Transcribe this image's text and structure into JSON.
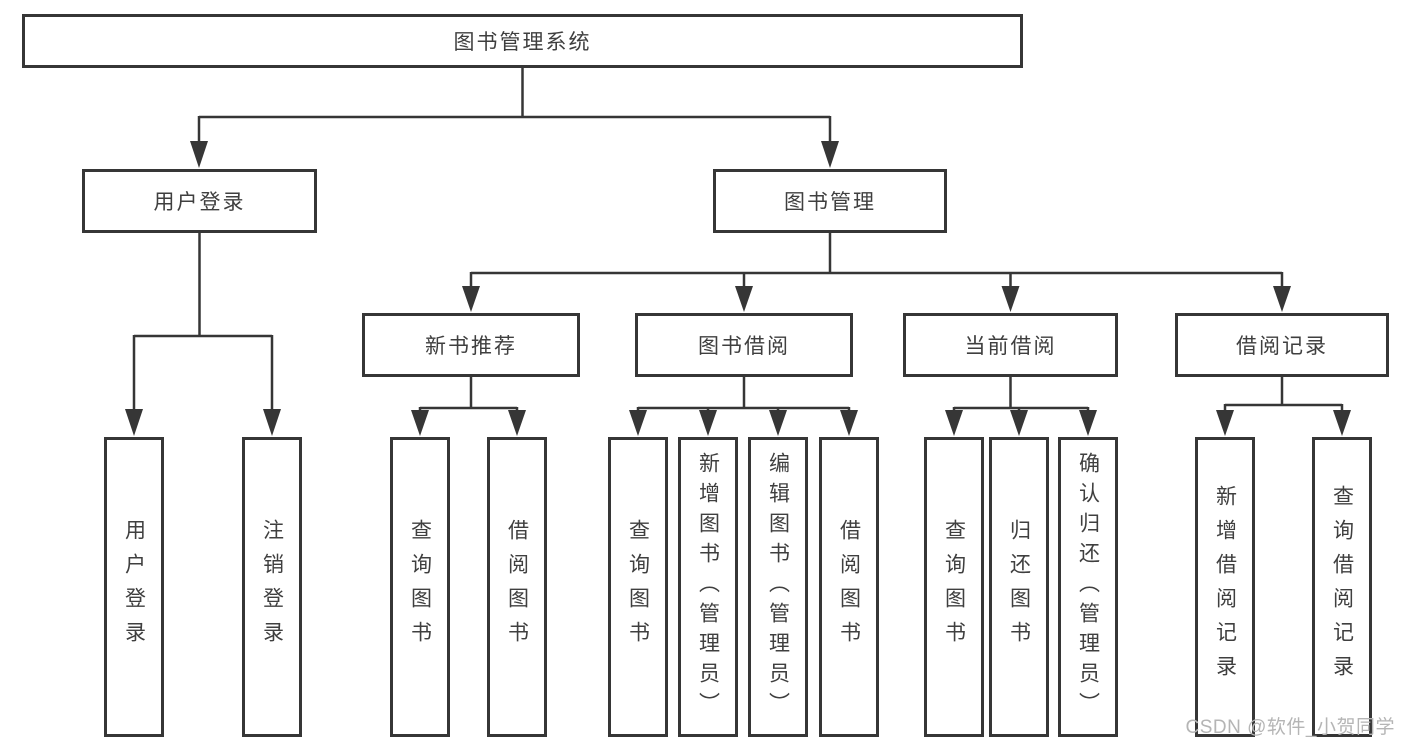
{
  "diagram": {
    "title": "图书管理系统",
    "root": {
      "label": "图书管理系统"
    },
    "level2": [
      {
        "label": "用户登录"
      },
      {
        "label": "图书管理"
      }
    ],
    "level3": [
      {
        "label": "新书推荐"
      },
      {
        "label": "图书借阅"
      },
      {
        "label": "当前借阅"
      },
      {
        "label": "借阅记录"
      }
    ],
    "leaves": {
      "user_login": [
        {
          "label": "用户登录"
        },
        {
          "label": "注销登录"
        }
      ],
      "new_book_recommend": [
        {
          "label": "查询图书"
        },
        {
          "label": "借阅图书"
        }
      ],
      "book_borrow": [
        {
          "label": "查询图书"
        },
        {
          "label": "新增图书（管理员）"
        },
        {
          "label": "编辑图书（管理员）"
        },
        {
          "label": "借阅图书"
        }
      ],
      "current_borrow": [
        {
          "label": "查询图书"
        },
        {
          "label": "归还图书"
        },
        {
          "label": "确认归还（管理员）"
        }
      ],
      "borrow_records": [
        {
          "label": "新增借阅记录"
        },
        {
          "label": "查询借阅记录"
        }
      ]
    }
  },
  "watermark": {
    "text": "CSDN @软件_小贺同学"
  },
  "colors": {
    "line": "#363636",
    "text": "#3f3f3f",
    "watermark": "#b5b5b5",
    "background": "#ffffff"
  }
}
